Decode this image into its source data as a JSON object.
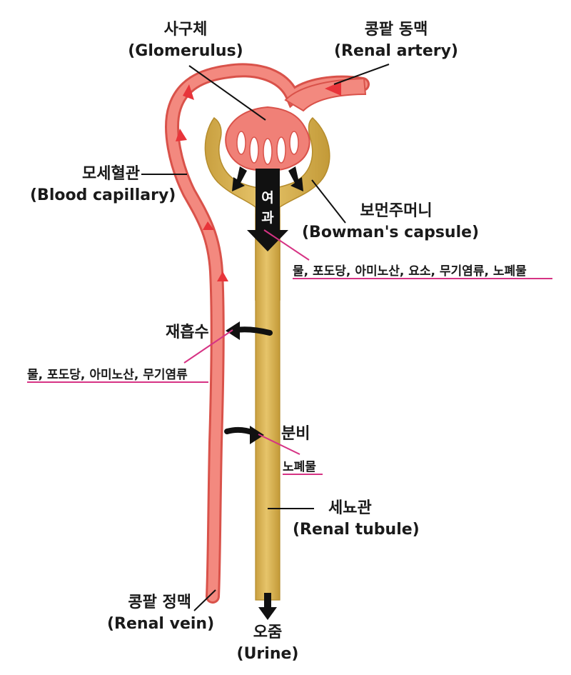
{
  "labels": {
    "glomerulus_ko": "사구체",
    "glomerulus_en": "(Glomerulus)",
    "renal_artery_ko": "콩팥 동맥",
    "renal_artery_en": "(Renal artery)",
    "capillary_ko": "모세혈관",
    "capillary_en": "(Blood capillary)",
    "bowman_ko": "보먼주머니",
    "bowman_en": "(Bowman's capsule)",
    "filtration_1": "여",
    "filtration_2": "과",
    "filtered_substances": "물, 포도당, 아미노산, 요소, 무기염류, 노폐물",
    "reabsorption": "재흡수",
    "reabsorbed_substances": "물, 포도당, 아미노산, 무기염류",
    "secretion": "분비",
    "secreted_substances": "노폐물",
    "tubule_ko": "세뇨관",
    "tubule_en": "(Renal tubule)",
    "renal_vein_ko": "콩팥 정맥",
    "renal_vein_en": "(Renal vein)",
    "urine_ko": "오줌",
    "urine_en": "(Urine)"
  },
  "colors": {
    "vessel": "#f08077",
    "vessel_dark": "#e0584f",
    "arrow_red": "#e8343a",
    "tubule": "#dcb85a",
    "tubule_dark": "#c59c3a",
    "underline": "#d63384",
    "arrow_black": "#111111"
  }
}
